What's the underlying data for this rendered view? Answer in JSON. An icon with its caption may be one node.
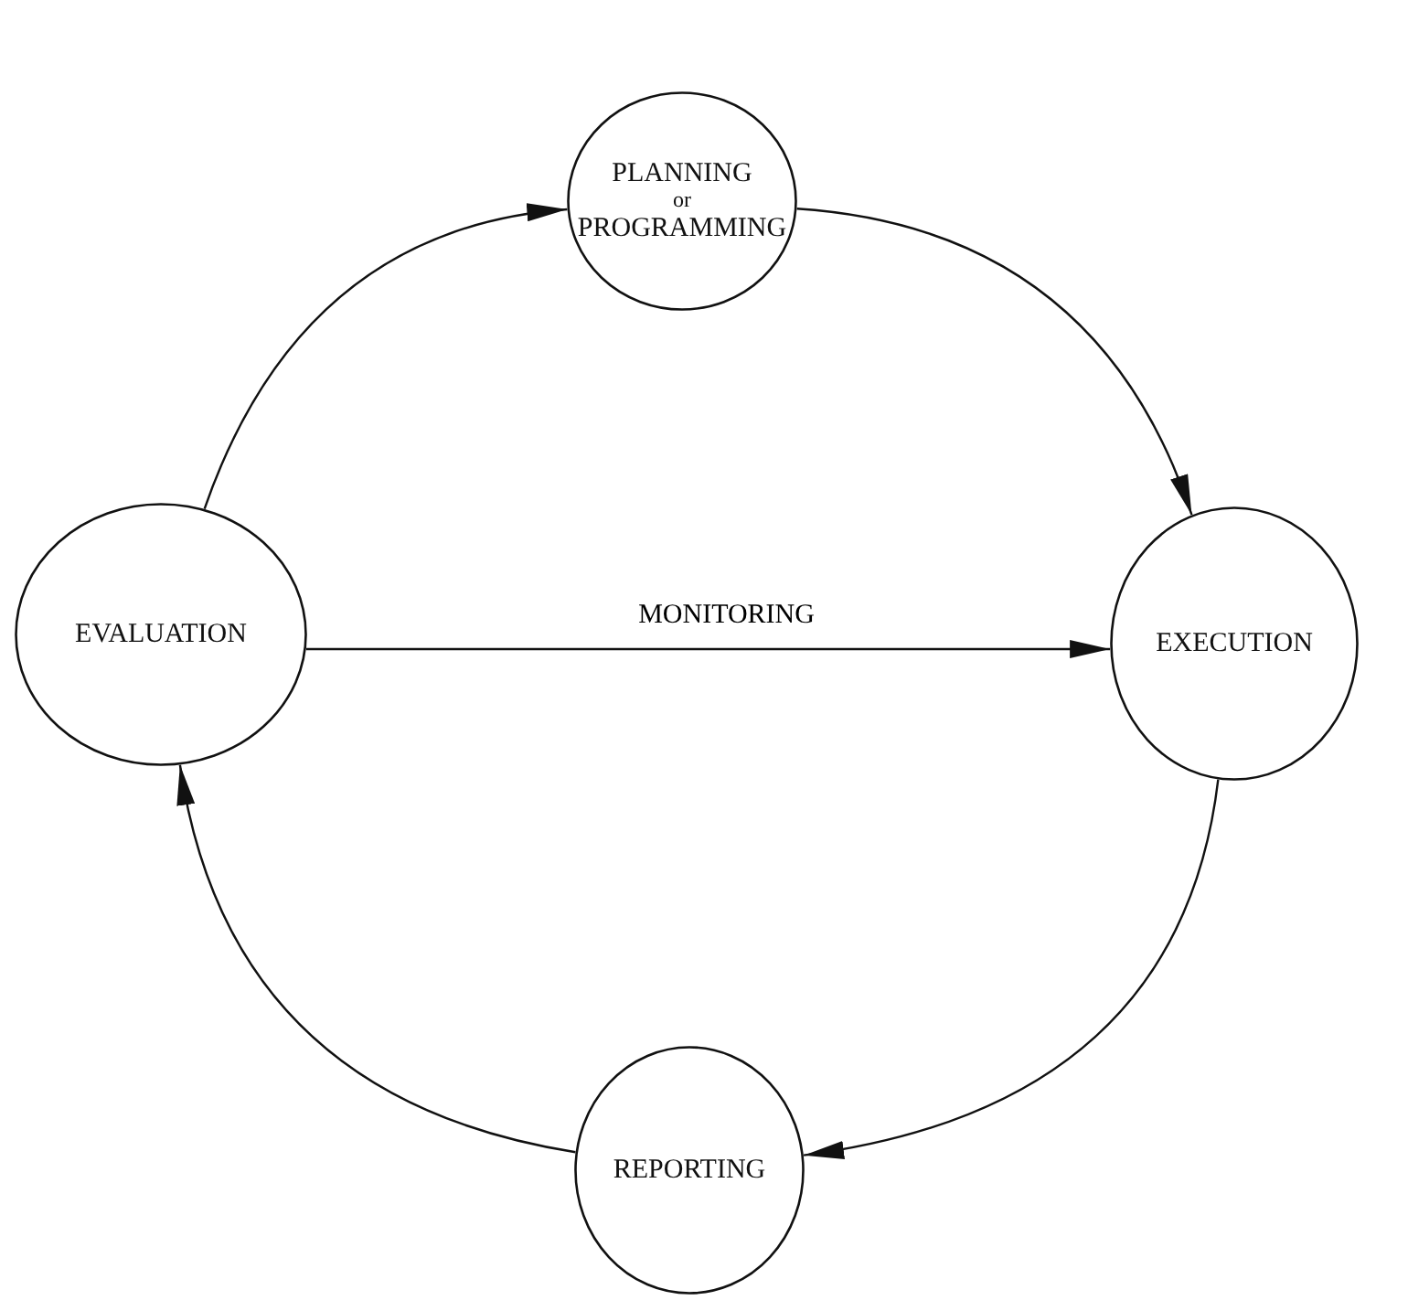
{
  "diagram": {
    "nodes": [
      {
        "text": [
          "PLANNING",
          "or",
          "PROGRAMMING"
        ]
      },
      {
        "text": [
          "EXECUTION"
        ]
      },
      {
        "text": [
          "REPORTING"
        ]
      },
      {
        "text": [
          "EVALUATION"
        ]
      }
    ],
    "edges": [
      {
        "from": 3,
        "to": 0,
        "arrow": "to"
      },
      {
        "from": 0,
        "to": 1,
        "arrow": "to"
      },
      {
        "from": 1,
        "to": 2,
        "arrow": "to"
      },
      {
        "from": 2,
        "to": 3,
        "arrow": "to"
      },
      {
        "from": 3,
        "to": 1,
        "arrow": "to",
        "label": "MONITORING"
      }
    ]
  }
}
